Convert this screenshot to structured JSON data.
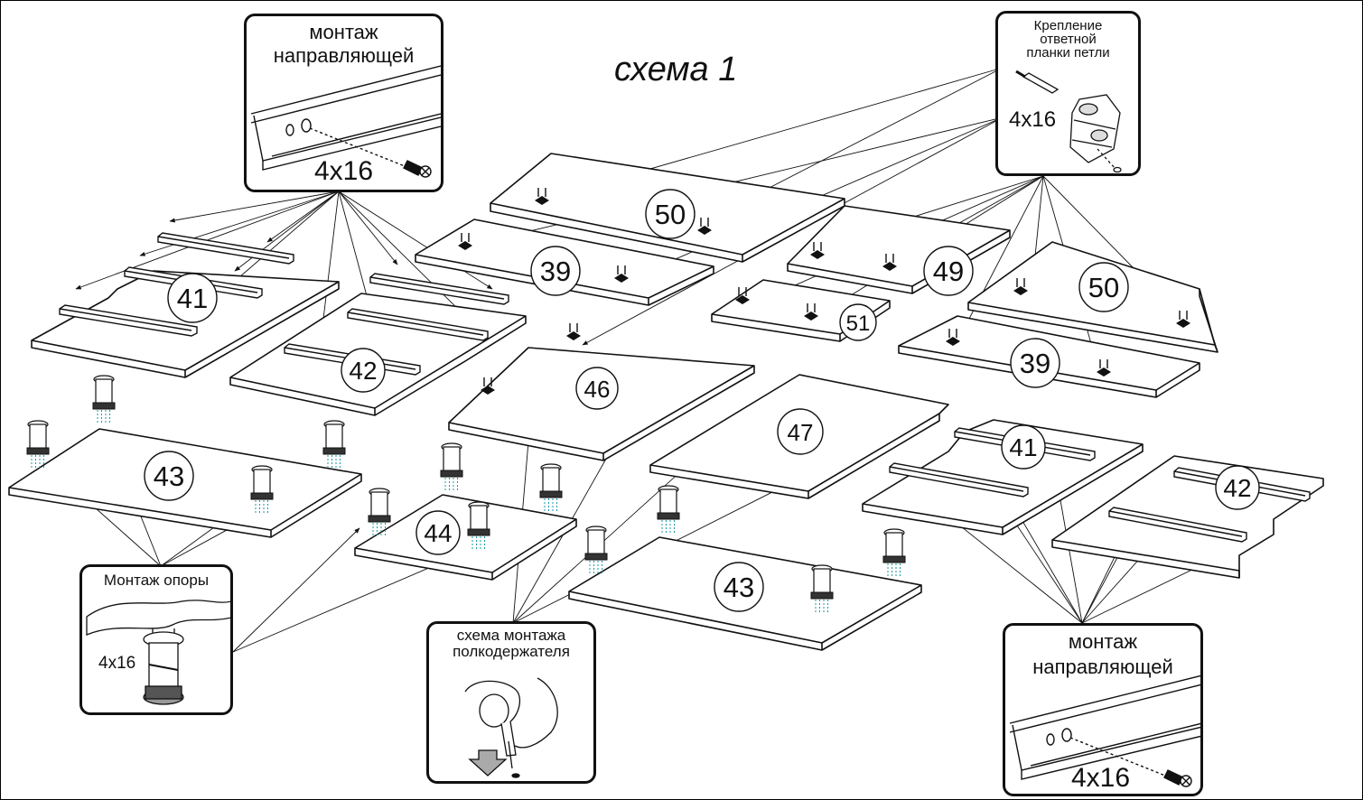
{
  "title": "схема 1",
  "callouts": {
    "guide_top_left": {
      "title_line1": "монтаж",
      "title_line2": "направляющей",
      "screw": "4x16"
    },
    "hinge": {
      "title_line1": "Крепление",
      "title_line2": "ответной",
      "title_line3": "планки петли",
      "screw": "4x16"
    },
    "support": {
      "title": "Монтаж опоры",
      "screw": "4x16"
    },
    "shelf_holder": {
      "title_line1": "схема монтажа",
      "title_line2": "полкодержателя"
    },
    "guide_bottom_right": {
      "title_line1": "монтаж",
      "title_line2": "направляющей",
      "screw": "4x16"
    }
  },
  "parts": {
    "p50_left": "50",
    "p39_left": "39",
    "p49": "49",
    "p51": "51",
    "p50_right": "50",
    "p39_right": "39",
    "p41_left": "41",
    "p42_left": "42",
    "p46": "46",
    "p47": "47",
    "p43_left": "43",
    "p44": "44",
    "p43_right": "43",
    "p41_right": "41",
    "p42_right": "42"
  }
}
